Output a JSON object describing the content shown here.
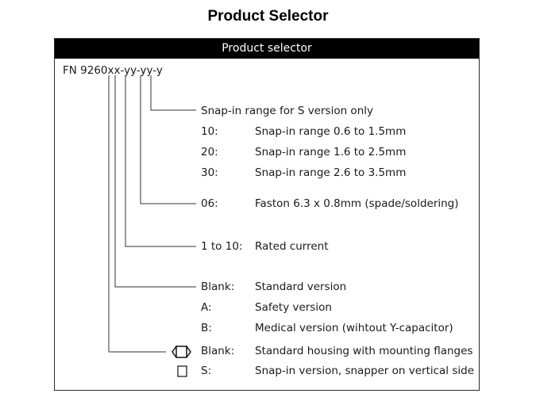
{
  "page": {
    "title": "Product Selector"
  },
  "box": {
    "header": "Product selector",
    "part_number": "FN 9260xx-yy-yy-y"
  },
  "groups": {
    "snap_in": {
      "heading": "Snap-in range for S version only",
      "rows": [
        {
          "code": "10:",
          "desc": "Snap-in range 0.6 to 1.5mm"
        },
        {
          "code": "20:",
          "desc": "Snap-in range 1.6 to 2.5mm"
        },
        {
          "code": "30:",
          "desc": "Snap-in range 2.6 to 3.5mm"
        }
      ]
    },
    "connector": {
      "rows": [
        {
          "code": "06:",
          "desc": "Faston 6.3 x 0.8mm (spade/soldering)"
        }
      ]
    },
    "current": {
      "rows": [
        {
          "code": "1 to 10:",
          "desc": "Rated current"
        }
      ]
    },
    "version": {
      "rows": [
        {
          "code": "Blank:",
          "desc": "Standard version"
        },
        {
          "code": "A:",
          "desc": "Safety version"
        },
        {
          "code": "B:",
          "desc": "Medical version (wihtout Y-capacitor)"
        }
      ]
    },
    "housing": {
      "rows": [
        {
          "code": "Blank:",
          "desc": "Standard housing with mounting flanges",
          "icon": "flanged-housing-icon"
        },
        {
          "code": "S:",
          "desc": "Snap-in version, snapper on vertical side",
          "icon": "snap-in-housing-icon"
        }
      ]
    }
  }
}
